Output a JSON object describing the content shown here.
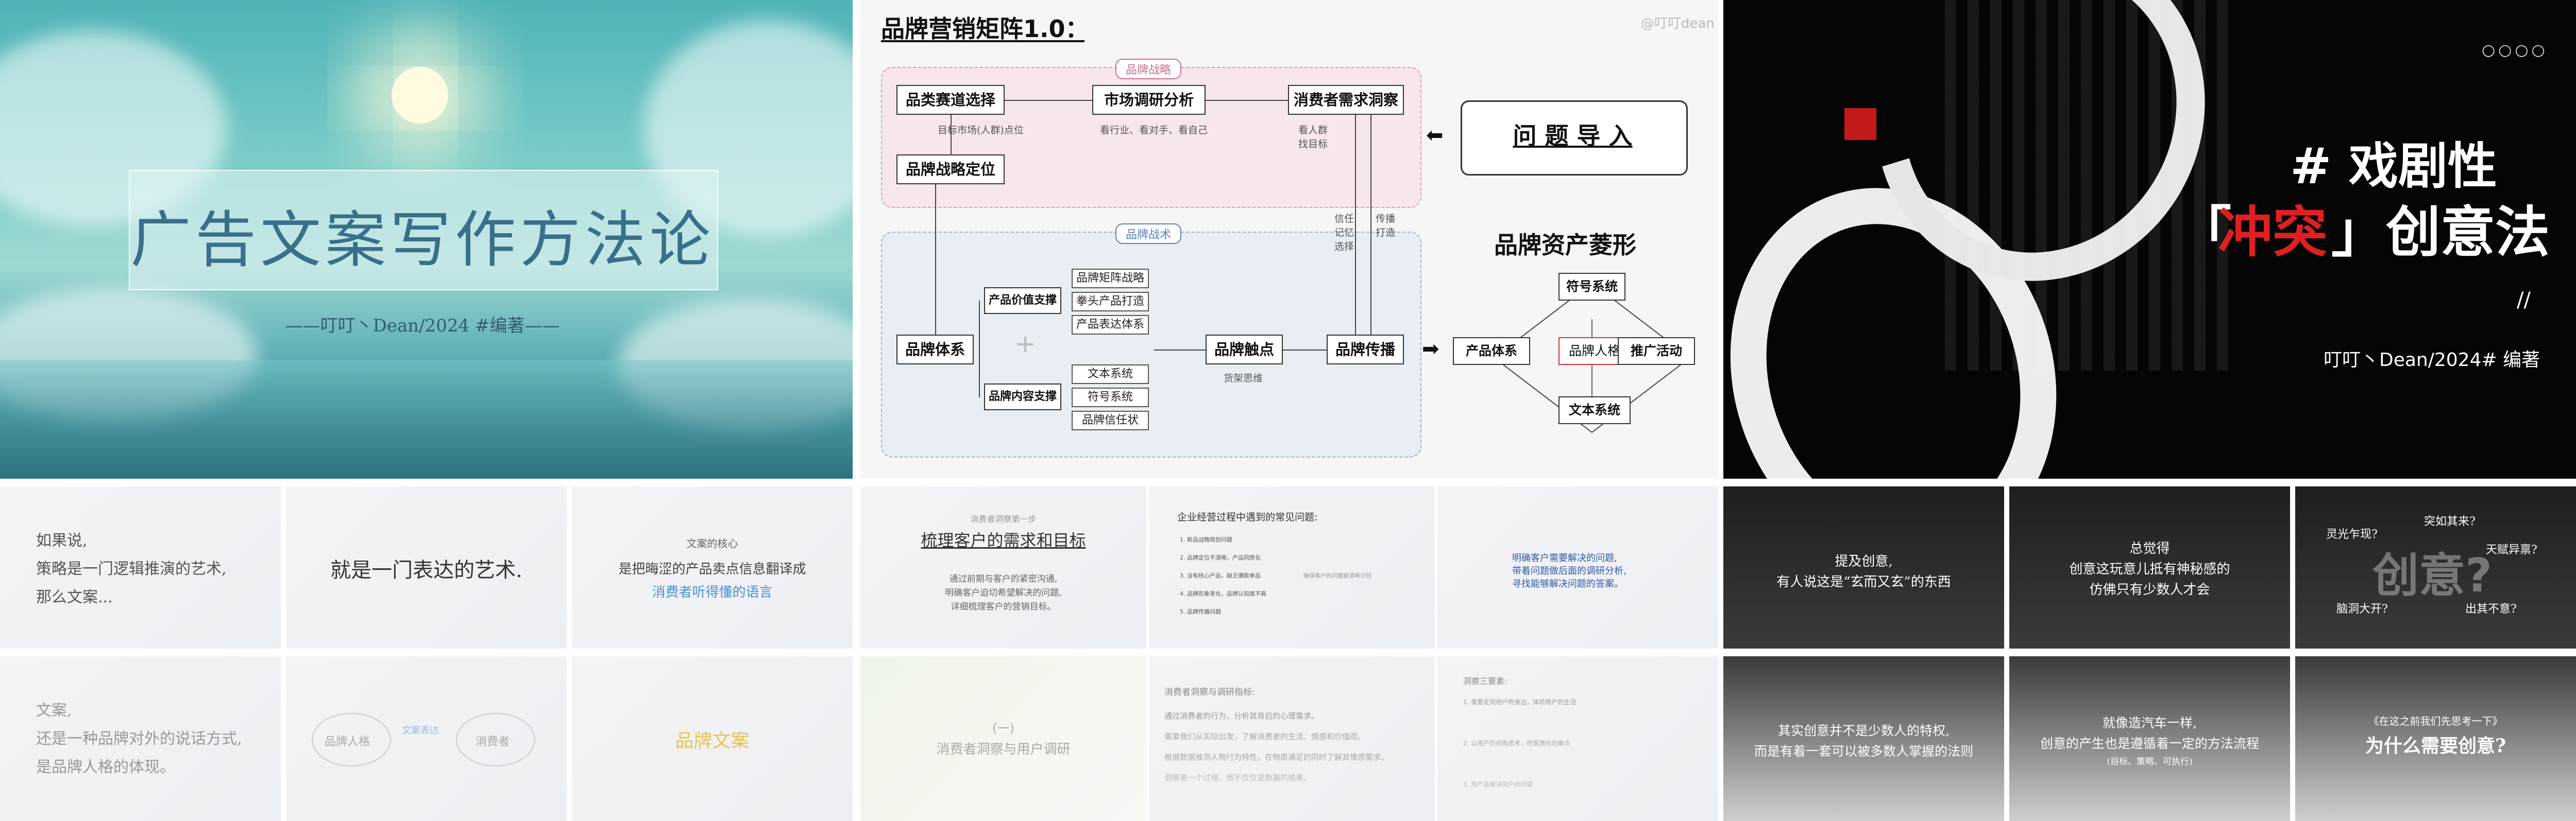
{
  "panel1": {
    "title": "广告文案写作方法论",
    "subtitle": "——叮叮丶Dean/2024 #编著——"
  },
  "panel2": {
    "title": "品牌营销矩阵1.0：",
    "watermark": "@叮叮dean",
    "zones": {
      "strategy": "品牌战略",
      "tactic": "品牌战术"
    },
    "boxes": {
      "category": "品类赛道选择",
      "research": "市场调研分析",
      "insight": "消费者需求洞察",
      "positioning": "品牌战略定位",
      "system": "品牌体系",
      "value": "产品价值支撑",
      "content": "品牌内容支撑",
      "touch": "品牌触点",
      "spread": "品牌传播"
    },
    "small_boxes": [
      "品牌矩阵战略",
      "拳头产品打造",
      "产品表达体系",
      "文本系统",
      "符号系统",
      "品牌信任状"
    ],
    "notes": {
      "target": "目标市场(人群)点位",
      "market": "看行业、看对手、看自己",
      "consumer": "看人群\n找目标",
      "trust": "信任\n记忆\n选择",
      "spread_build": "传播\n打造",
      "goods": "货架思维"
    },
    "question": "问 题 导 入",
    "asset_title": "品牌资产菱形",
    "diamond": {
      "top": "符号系统",
      "left": "产品体系",
      "center": "品牌人格",
      "right": "推广活动",
      "bottom": "文本系统"
    }
  },
  "panel3": {
    "dots": "○○○○",
    "heading1": "# 戏剧性",
    "heading2_pre": "「",
    "heading2_red": "冲突",
    "heading2_post": "」创意法",
    "slash": "//",
    "author": "叮叮丶Dean/2024# 编著"
  },
  "grid_left": [
    {
      "lines": [
        "如果说,",
        "策略是一门逻辑推演的艺术,",
        "那么文案..."
      ]
    },
    {
      "lines": [
        "就是一门表达的艺术."
      ]
    },
    {
      "lines": [
        "文案的核心",
        "是把晦涩的产品卖点信息翻译成",
        "消费者听得懂的语言"
      ]
    },
    {
      "lines": [
        "文案,",
        "还是一种品牌对外的说话方式,",
        "是品牌人格的体现。"
      ]
    },
    {
      "lines": [
        "品牌人格",
        "文案表达",
        "消费者"
      ]
    },
    {
      "lines": [
        "品牌文案"
      ]
    }
  ],
  "grid_mid": [
    {
      "lines": [
        "消费者洞察第一步",
        "梳理客户的需求和目标",
        "通过前期与客户的紧密沟通,",
        "明确客户迫切希望解决的问题,",
        "详细梳理客户的营销目标。"
      ]
    },
    {
      "lines": [
        "企业经营过程中遇到的常见问题:",
        "1. 新品战略规划问题",
        "2. 品牌定位不清晰，产品同质化",
        "3. 没有核心产品，缺乏爆款单品",
        "4. 品牌形象老化，品牌认知度不高",
        "5. 品牌传播问题",
        "确保客户的问题被清晰识别"
      ]
    },
    {
      "lines": [
        "明确客户需要解决的问题,",
        "带着问题做后面的调研分析,",
        "寻找能够解决问题的答案。"
      ]
    },
    {
      "lines": [
        "(一)",
        "消费者洞察与用户调研"
      ]
    },
    {
      "lines": [
        "消费者洞察与调研指标:",
        "通过消费者的行为，分析其背后的心理需求。",
        "需要我们从实际出发，了解消费者的生活、情感和价值观。",
        "根据数据推测人物行为特性，在物质满足的同时了解其情感需求。",
        "洞察是一个过程，而不仅仅是数据的结果。"
      ]
    },
    {
      "lines": [
        "洞察三要素:",
        "1. 需要走到用户的身边，体验用户的生活",
        "2. 以用户的视角思考，挖掘潜在的痛点",
        "3. 用产品解决用户的问题"
      ]
    }
  ],
  "grid_right": [
    {
      "lines": [
        "提及创意,",
        "有人说这是“玄而又玄”的东西"
      ]
    },
    {
      "lines": [
        "总觉得",
        "创意这玩意儿抵有神秘感的",
        "仿佛只有少数人才会"
      ]
    },
    {
      "lines": [
        "灵光乍现?",
        "突如其来?",
        "天赋异禀?",
        "脑洞大开?",
        "出其不意?",
        "创意?"
      ]
    },
    {
      "lines": [
        "其实创意并不是少数人的特权,",
        "而是有着一套可以被多数人掌握的法则"
      ]
    },
    {
      "lines": [
        "就像造汽车一样,",
        "创意的产生也是遵循着一定的方法流程",
        "(目标、策略、可执行)"
      ]
    },
    {
      "lines": [
        "《在这之前我们先思考一下》",
        "为什么需要创意?"
      ]
    }
  ]
}
